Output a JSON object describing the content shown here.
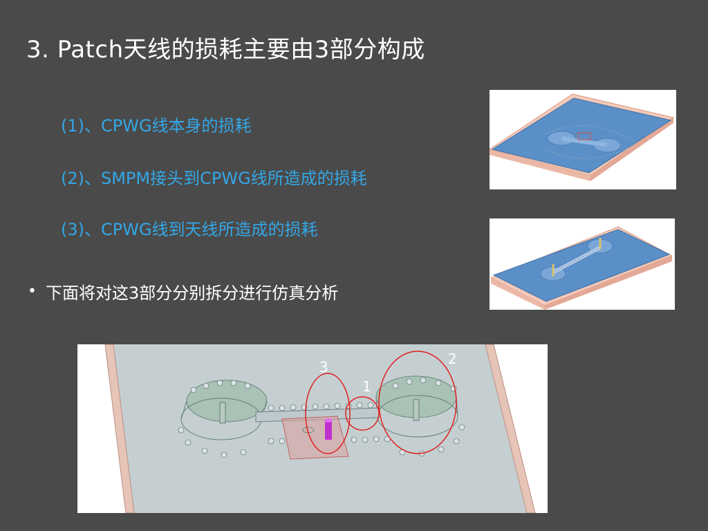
{
  "slide": {
    "title": "3. Patch天线的损耗主要由3部分构成",
    "items": [
      "(1)、CPWG线本身的损耗",
      "(2)、SMPM接头到CPWG线所造成的损耗",
      "(3)、CPWG线到天线所造成的损耗"
    ],
    "bullet": "下面将对这3部分分别拆分进行仿真分析"
  },
  "figure": {
    "labels": [
      "3",
      "1",
      "2"
    ]
  },
  "colors": {
    "background": "#4a4a4a",
    "title_text": "#ffffff",
    "item_text": "#34a7e6",
    "board_blue": "#5b8fc7",
    "substrate_pink": "#f3c9b8",
    "annotation_red": "#e02020"
  }
}
